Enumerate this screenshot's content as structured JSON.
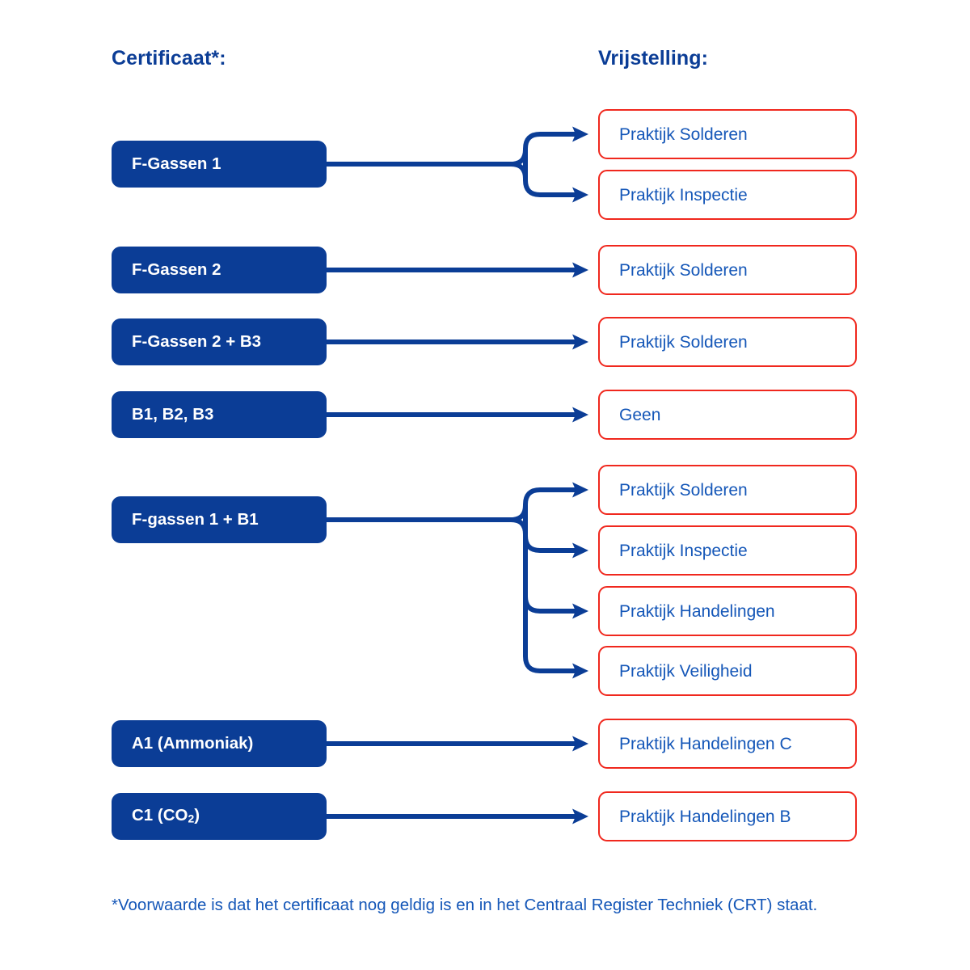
{
  "headers": {
    "left": "Certificaat*:",
    "right": "Vrijstelling:"
  },
  "colors": {
    "brand_blue": "#0B3D96",
    "text_blue": "#1557B8",
    "accent_red": "#F0281E",
    "box_text_white": "#FFFFFF",
    "background": "#FFFFFF"
  },
  "rows": [
    {
      "certificate": "F-Gassen 1",
      "exemptions": [
        "Praktijk Solderen",
        "Praktijk Inspectie"
      ]
    },
    {
      "certificate": "F-Gassen 2",
      "exemptions": [
        "Praktijk Solderen"
      ]
    },
    {
      "certificate": "F-Gassen 2 + B3",
      "exemptions": [
        "Praktijk Solderen"
      ]
    },
    {
      "certificate": "B1, B2, B3",
      "exemptions": [
        "Geen"
      ]
    },
    {
      "certificate": "F-gassen 1 + B1",
      "exemptions": [
        "Praktijk Solderen",
        "Praktijk Inspectie",
        "Praktijk Handelingen",
        "Praktijk Veiligheid"
      ]
    },
    {
      "certificate": "A1 (Ammoniak)",
      "exemptions": [
        "Praktijk Handelingen C"
      ]
    },
    {
      "certificate_prefix": "C1 (CO",
      "certificate_sub": "2",
      "certificate_suffix": ")",
      "certificate": "C1 (CO2)",
      "exemptions": [
        "Praktijk Handelingen B"
      ]
    }
  ],
  "footnote": "*Voorwaarde is dat het certificaat nog geldig is en in het Centraal Register Techniek (CRT) staat."
}
